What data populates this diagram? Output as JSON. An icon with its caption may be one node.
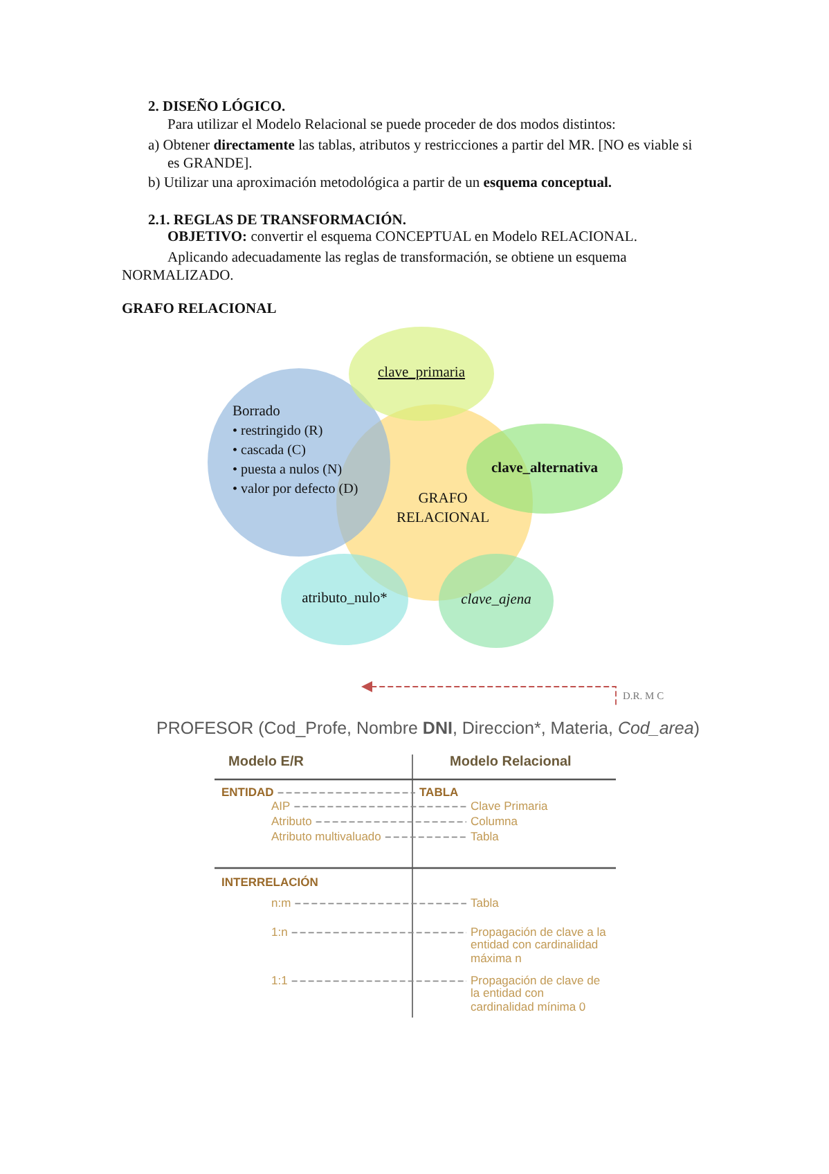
{
  "diagram": {
    "nodes": [
      {
        "text": [
          "GRAFO RELACIONAL"
        ]
      },
      {
        "text": [
          "Borrado",
          "• restringido (R)",
          "• cascada (C)",
          "• puesta a nulos (N)",
          "• valor por defecto (D)"
        ]
      },
      {
        "text": [
          "clave_primaria"
        ]
      },
      {
        "text": [
          "clave_alternativa"
        ]
      },
      {
        "text": [
          "clave_ajena"
        ]
      },
      {
        "text": [
          "atributo_nulo*"
        ]
      },
      {
        "text": [
          "ENTIDAD"
        ]
      },
      {
        "text": [
          "TABLA"
        ]
      },
      {
        "text": [
          "AIP"
        ]
      },
      {
        "text": [
          "Clave Primaria"
        ]
      },
      {
        "text": [
          "Atributo"
        ]
      },
      {
        "text": [
          "Columna"
        ]
      },
      {
        "text": [
          "Atributo multivaluado"
        ]
      },
      {
        "text": [
          "Tabla"
        ]
      },
      {
        "text": [
          "n:m"
        ]
      },
      {
        "text": [
          "Tabla"
        ]
      },
      {
        "text": [
          "1:n"
        ]
      },
      {
        "text": [
          "Propagación de clave a la entidad con cardinalidad máxima n"
        ]
      },
      {
        "text": [
          "1:1"
        ]
      },
      {
        "text": [
          "Propagación de clave de la entidad con cardinalidad mínima 0"
        ]
      },
      {
        "text": [
          "D.R. M C"
        ]
      }
    ],
    "edges": [
      {
        "from": 6,
        "to": 7,
        "arrow": "none",
        "style": "dashed"
      },
      {
        "from": 8,
        "to": 9,
        "arrow": "none",
        "style": "dashed"
      },
      {
        "from": 10,
        "to": 11,
        "arrow": "none",
        "style": "dashed"
      },
      {
        "from": 12,
        "to": 13,
        "arrow": "none",
        "style": "dashed"
      },
      {
        "from": 14,
        "to": 15,
        "arrow": "none",
        "style": "dashed"
      },
      {
        "from": 16,
        "to": 17,
        "arrow": "none",
        "style": "dashed"
      },
      {
        "from": 18,
        "to": 19,
        "arrow": "none",
        "style": "dashed"
      },
      {
        "from": 20,
        "to": null,
        "arrow": "to",
        "style": "dashed",
        "color": "#c0504d"
      }
    ],
    "labels": [
      "2. DISEÑO LÓGICO.",
      "Para utilizar el Modelo Relacional se puede proceder de dos modos distintos:",
      "a) Obtener **directamente** las tablas, atributos y restricciones a partir del MR. [NO es viable si es GRANDE].",
      "b) Utilizar una aproximación metodológica a partir de un **esquema conceptual.**",
      "2.1. REGLAS DE TRANSFORMACIÓN.",
      "**OBJETIVO:** convertir el esquema CONCEPTUAL en Modelo RELACIONAL.",
      "Aplicando adecuadamente las reglas de transformación, se obtiene un esquema NORMALIZADO.",
      "GRAFO RELACIONAL",
      "PROFESOR (Cod_Profe, Nombre **DNI**, Direccion*, Materia, *Cod_area*)",
      "Modelo E/R",
      "Modelo Relacional",
      "INTERRELACIÓN"
    ]
  }
}
